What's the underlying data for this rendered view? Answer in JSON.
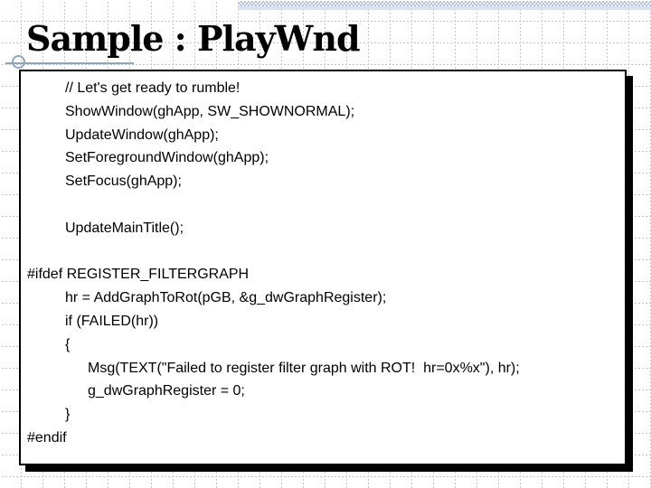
{
  "slide": {
    "title": "Sample : PlayWnd",
    "code": {
      "lines": [
        {
          "indent": 1,
          "text": "// Let's get ready to rumble!"
        },
        {
          "indent": 1,
          "text": "ShowWindow(ghApp, SW_SHOWNORMAL);"
        },
        {
          "indent": 1,
          "text": "UpdateWindow(ghApp);"
        },
        {
          "indent": 1,
          "text": "SetForegroundWindow(ghApp);"
        },
        {
          "indent": 1,
          "text": "SetFocus(ghApp);"
        },
        {
          "indent": 1,
          "text": ""
        },
        {
          "indent": 1,
          "text": "UpdateMainTitle();"
        },
        {
          "indent": 0,
          "text": ""
        },
        {
          "indent": 0,
          "text": "#ifdef REGISTER_FILTERGRAPH"
        },
        {
          "indent": 1,
          "text": "hr = AddGraphToRot(pGB, &g_dwGraphRegister);"
        },
        {
          "indent": 1,
          "text": "if (FAILED(hr))"
        },
        {
          "indent": 1,
          "text": "{"
        },
        {
          "indent": 2,
          "text": "Msg(TEXT(\"Failed to register filter graph with ROT!  hr=0x%x\"), hr);"
        },
        {
          "indent": 2,
          "text": "g_dwGraphRegister = 0;"
        },
        {
          "indent": 1,
          "text": "}"
        },
        {
          "indent": 0,
          "text": "#endif"
        }
      ]
    },
    "colors": {
      "grid_dot": "#b7c5d9",
      "band_checker": "#b5c4d9",
      "band_light": "#d9e3ef",
      "decoration_line": "#8da5bf",
      "box_border": "#000000",
      "text": "#000000",
      "background": "#ffffff"
    }
  }
}
